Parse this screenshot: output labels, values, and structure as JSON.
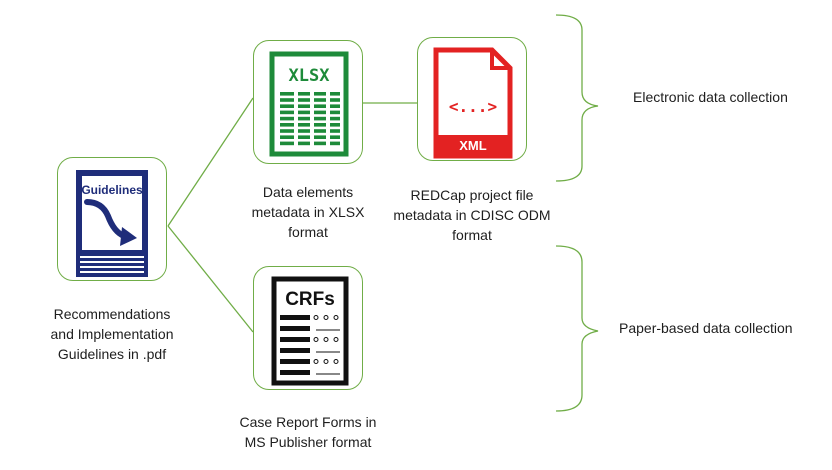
{
  "colors": {
    "connector": "#70ad47",
    "guidelines": "#1f2d7a",
    "xlsx": "#1e8b3a",
    "xml": "#e32222",
    "crf": "#111111"
  },
  "nodes": {
    "guidelines": {
      "icon": "guidelines-document-icon",
      "icon_text": "Guidelines",
      "caption": [
        "Recommendations",
        "and Implementation",
        "Guidelines in .pdf"
      ]
    },
    "xlsx": {
      "icon": "xlsx-spreadsheet-icon",
      "icon_text": "XLSX",
      "caption": [
        "Data elements",
        "metadata in XLSX",
        "format"
      ]
    },
    "xml": {
      "icon": "xml-file-icon",
      "icon_text": "XML",
      "icon_code": "<...>",
      "caption": [
        "REDCap project file",
        "metadata in CDISC ODM",
        "format"
      ]
    },
    "crfs": {
      "icon": "crf-form-icon",
      "icon_text": "CRFs",
      "caption": [
        "Case Report Forms in",
        "MS Publisher format"
      ]
    }
  },
  "groups": {
    "electronic": "Electronic data collection",
    "paper": "Paper-based data collection"
  }
}
